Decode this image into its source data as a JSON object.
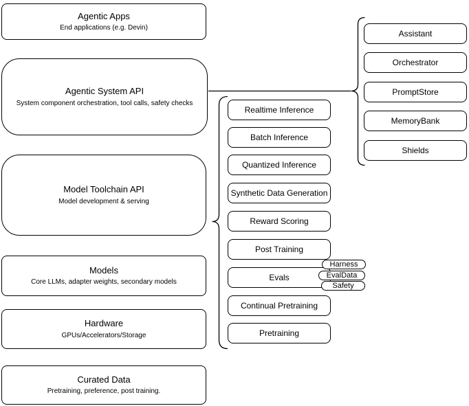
{
  "stack": {
    "boxes": [
      {
        "title": "Agentic Apps",
        "subtitle": "End applications (e.g. Devin)"
      },
      {
        "title": "Agentic System API",
        "subtitle": "System component orchestration, tool calls, safety checks"
      },
      {
        "title": "Model Toolchain API",
        "subtitle": "Model development & serving"
      },
      {
        "title": "Models",
        "subtitle": "Core LLMs, adapter weights, secondary models"
      },
      {
        "title": "Hardware",
        "subtitle": "GPUs/Accelerators/Storage"
      },
      {
        "title": "Curated Data",
        "subtitle": "Pretraining, preference, post training."
      }
    ]
  },
  "toolchain": {
    "items": [
      "Realtime Inference",
      "Batch Inference",
      "Quantized Inference",
      "Synthetic Data Generation",
      "Reward Scoring",
      "Post Training",
      "Evals",
      "Continual Pretraining",
      "Pretraining"
    ]
  },
  "eval_tags": {
    "items": [
      "Harness",
      "EvalData",
      "Safety"
    ]
  },
  "components": {
    "items": [
      "Assistant",
      "Orchestrator",
      "PromptStore",
      "MemoryBank",
      "Shields"
    ]
  },
  "colors": {
    "stroke": "#000000",
    "background": "#ffffff",
    "text": "#000000"
  }
}
